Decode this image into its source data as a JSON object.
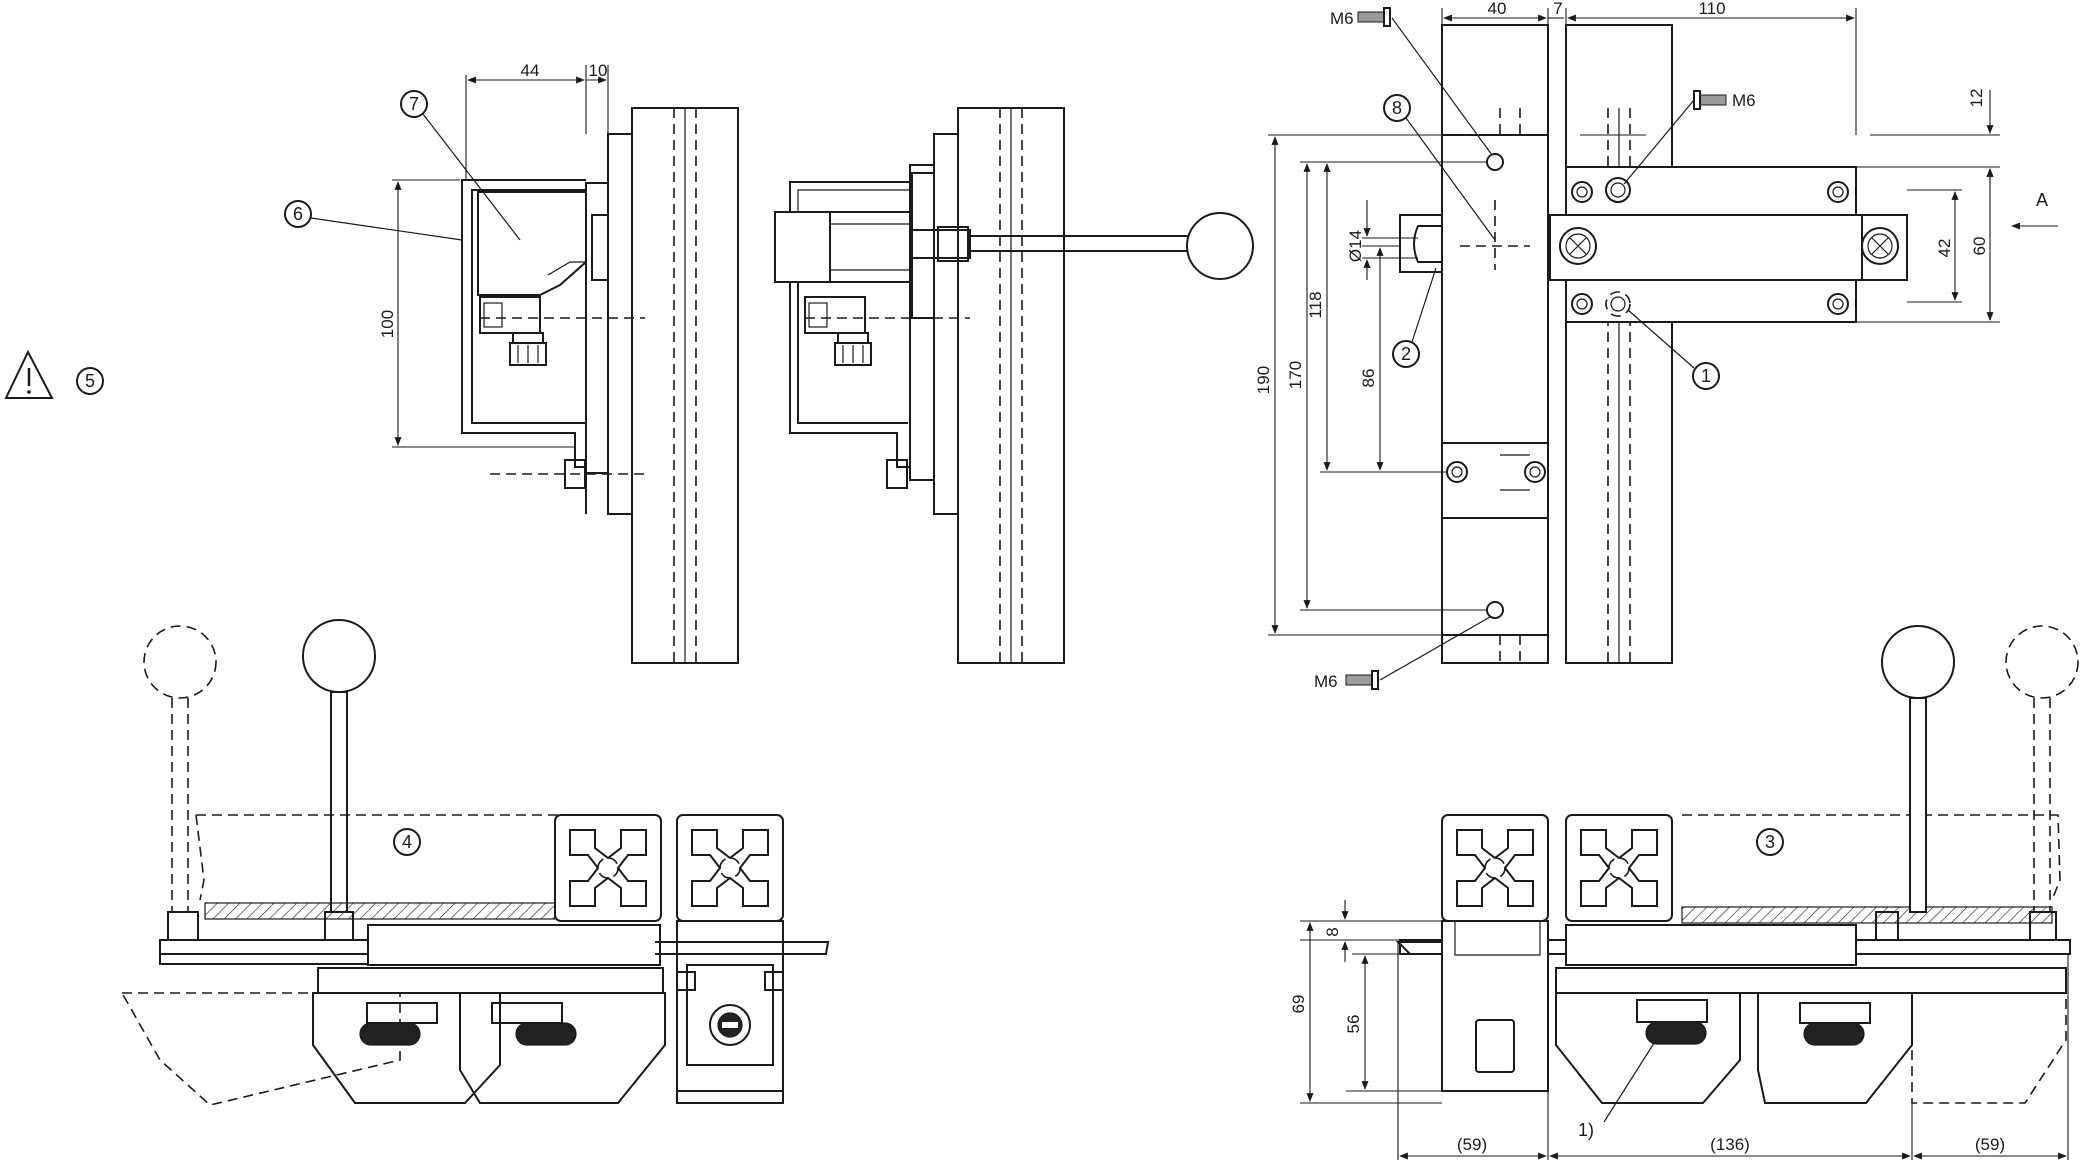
{
  "dimensions": {
    "side_width": "44",
    "side_gap": "10",
    "side_height": "100",
    "top_40": "40",
    "top_7": "7",
    "top_110": "110",
    "right_12": "12",
    "right_60": "60",
    "right_42": "42",
    "height_190": "190",
    "height_170": "170",
    "height_118": "118",
    "height_86": "86",
    "dia_14": "Ø14",
    "bottom_8": "8",
    "bottom_69": "69",
    "bottom_56": "56",
    "bottom_59_left": "(59)",
    "bottom_136": "(136)",
    "bottom_59_right": "(59)"
  },
  "labels": {
    "screw_top": "M6",
    "screw_mid": "M6",
    "screw_bottom": "M6",
    "view_arrow": "A",
    "footnote_marker": "1)"
  },
  "callouts": [
    "1",
    "2",
    "3",
    "4",
    "5",
    "6",
    "7",
    "8"
  ],
  "icons": {
    "warning": "warning-triangle-icon"
  }
}
